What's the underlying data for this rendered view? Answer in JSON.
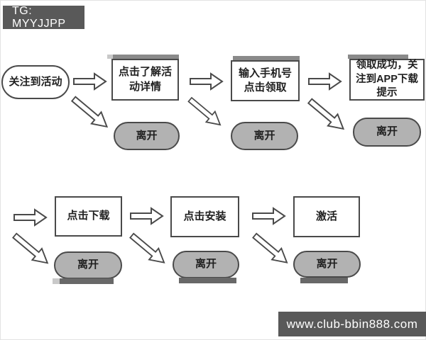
{
  "badges": {
    "tg": "TG: MYYJJPP",
    "site": "www.club-bbin888.com"
  },
  "flow": {
    "start": "关注到活动",
    "leave": "离开",
    "steps": {
      "s1": "点击了解活动详情",
      "s2": "输入手机号点击领取",
      "s3": "领取成功，关注到APP下载提示",
      "s4": "点击下载",
      "s5": "点击安装",
      "s6": "激活"
    }
  },
  "colors": {
    "badge_bg": "#595959",
    "node_border": "#4a4a4a",
    "leave_fill": "#b2b2b2",
    "shadow_bar": "#8a8a8a",
    "text": "#1f1f1f",
    "background": "#ffffff"
  }
}
